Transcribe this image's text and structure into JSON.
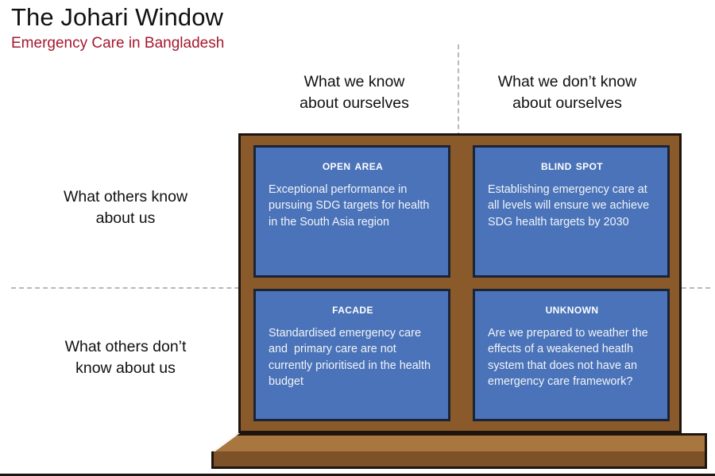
{
  "header": {
    "title": "The Johari Window",
    "subtitle": "Emergency Care in Bangladesh",
    "subtitle_color": "#a5182f"
  },
  "axes": {
    "columns": [
      {
        "id": "known-to-self",
        "label": "What we know\nabout ourselves"
      },
      {
        "id": "unknown-to-self",
        "label": "What we don’t know\nabout ourselves"
      }
    ],
    "rows": [
      {
        "id": "known-to-others",
        "label": "What others know\nabout us"
      },
      {
        "id": "unknown-to-others",
        "label": "What others don’t\nknow about us"
      }
    ]
  },
  "window": {
    "frame_color": "#8a5a2b",
    "frame_outline_color": "#1d150e",
    "pane_color": "#4a73b9",
    "pane_border_color": "#1b2436",
    "sill_top_color": "#a8763f",
    "sill_front_color": "#7d5228",
    "quadrants": [
      {
        "id": "open-area",
        "title": "Open Area",
        "body": "Exceptional performance in pursuing SDG targets for health in the South Asia region"
      },
      {
        "id": "blind-spot",
        "title": "Blind Spot",
        "body": "Establishing emergency care at all levels will ensure we achieve SDG health targets by 2030"
      },
      {
        "id": "facade",
        "title": "Facade",
        "body": "Standardised emergency care and  primary care are not currently prioritised in the health budget"
      },
      {
        "id": "unknown",
        "title": "Unknown",
        "body": "Are we prepared to weather the  effects of a weakened heatlh system that does not have an emergency care framework?"
      }
    ]
  }
}
